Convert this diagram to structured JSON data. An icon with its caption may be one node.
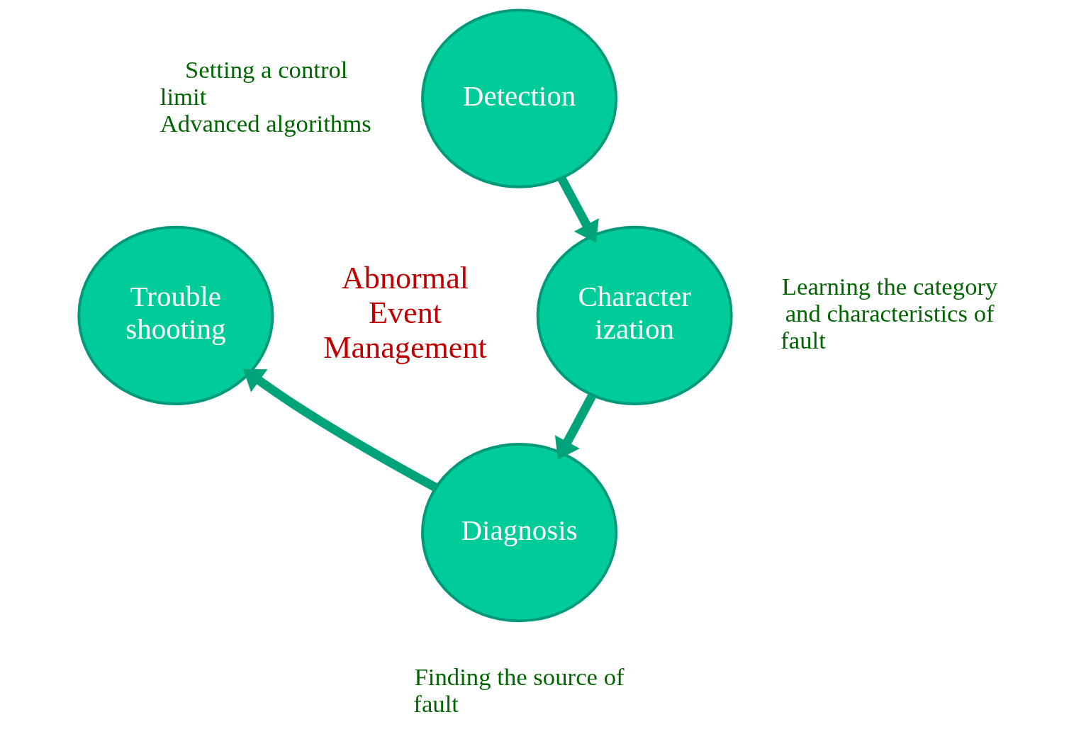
{
  "diagram": {
    "nodes": [
      {
        "text": [
          "Detection"
        ],
        "beside": [
          "Setting a control limit",
          "Advanced algorithms"
        ]
      },
      {
        "text": [
          "Character ization"
        ],
        "beside": [
          "Learning the category and characteristics of fault"
        ]
      },
      {
        "text": [
          "Diagnosis"
        ],
        "beside": [
          "Finding the source of fault"
        ]
      },
      {
        "text": [
          "Trouble shooting"
        ]
      }
    ],
    "edges": [
      {
        "from": 0,
        "to": 1,
        "arrow": "to"
      },
      {
        "from": 1,
        "to": 2,
        "arrow": "to"
      },
      {
        "from": 2,
        "to": 3,
        "arrow": "to"
      }
    ],
    "labels": [
      "Abnormal Event Management"
    ]
  }
}
